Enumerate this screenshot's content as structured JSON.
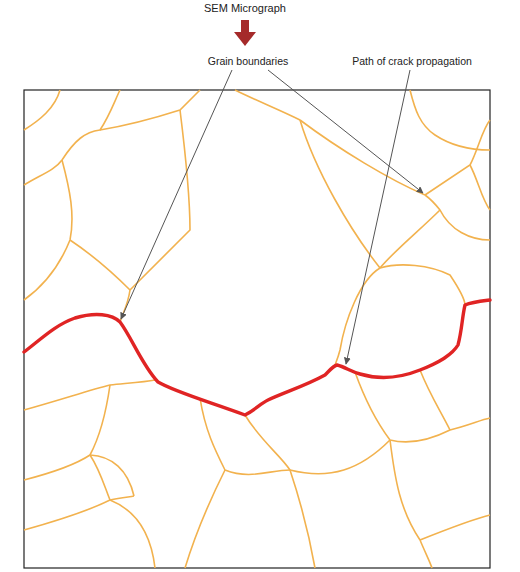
{
  "diagram": {
    "title": "SEM Micrograph",
    "labels": [
      "Grain boundaries",
      "Path of crack propagation"
    ]
  }
}
